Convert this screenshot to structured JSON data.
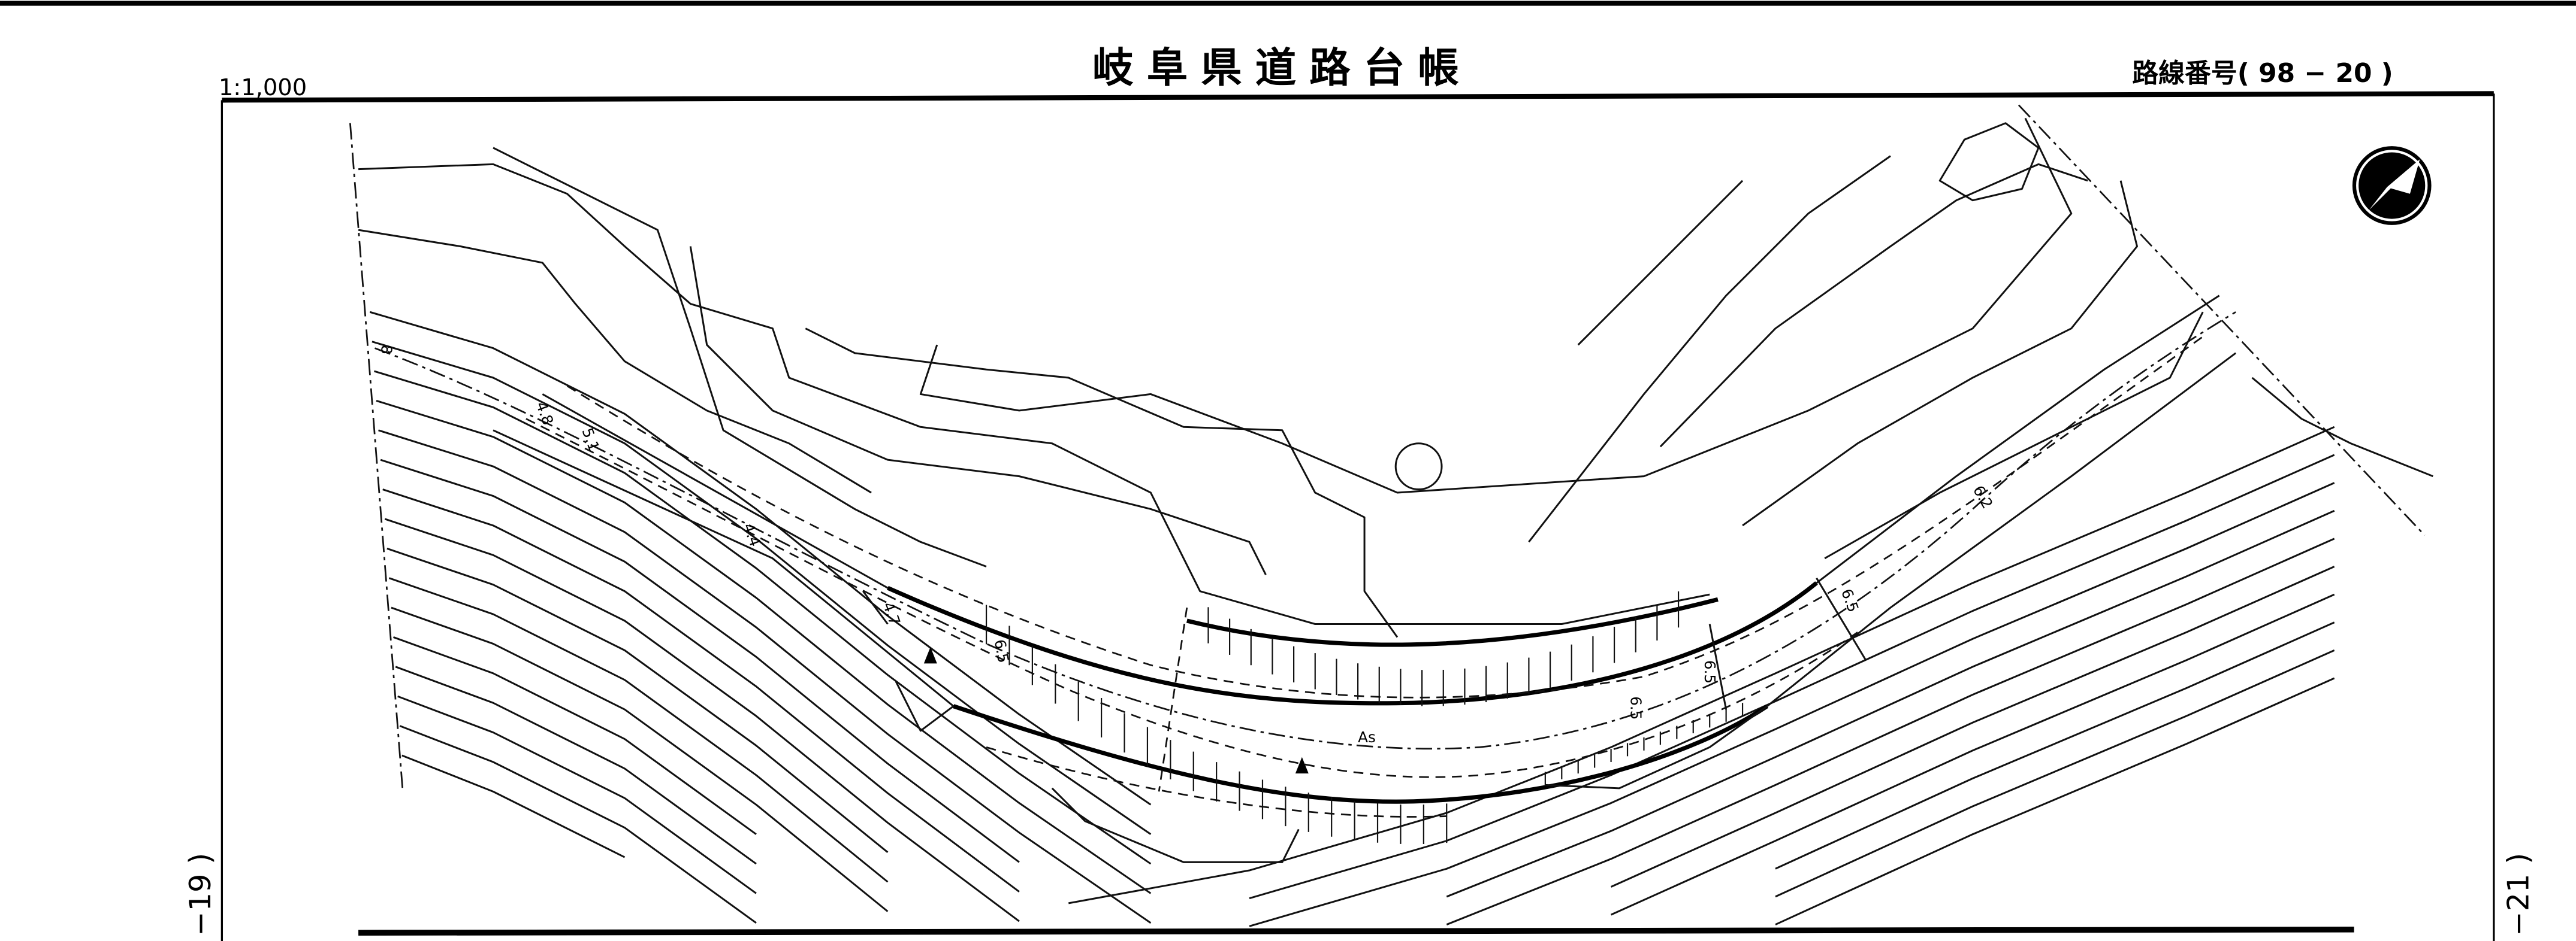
{
  "header": {
    "title": "岐阜県道路台帳",
    "scale": "1:1,000",
    "route_number": "路線番号( 98 − 20 )"
  },
  "margins": {
    "left_sheet_ref": "−19 )",
    "right_sheet_ref": "−21 )"
  },
  "map": {
    "north_arrow": "north-arrow-icon",
    "width_labels": [
      "8",
      "4.8",
      "5.1",
      "4.4",
      "4.7",
      "6.5",
      "6.5",
      "6.5",
      "6.5",
      "6.2"
    ],
    "surface_label": "As"
  }
}
